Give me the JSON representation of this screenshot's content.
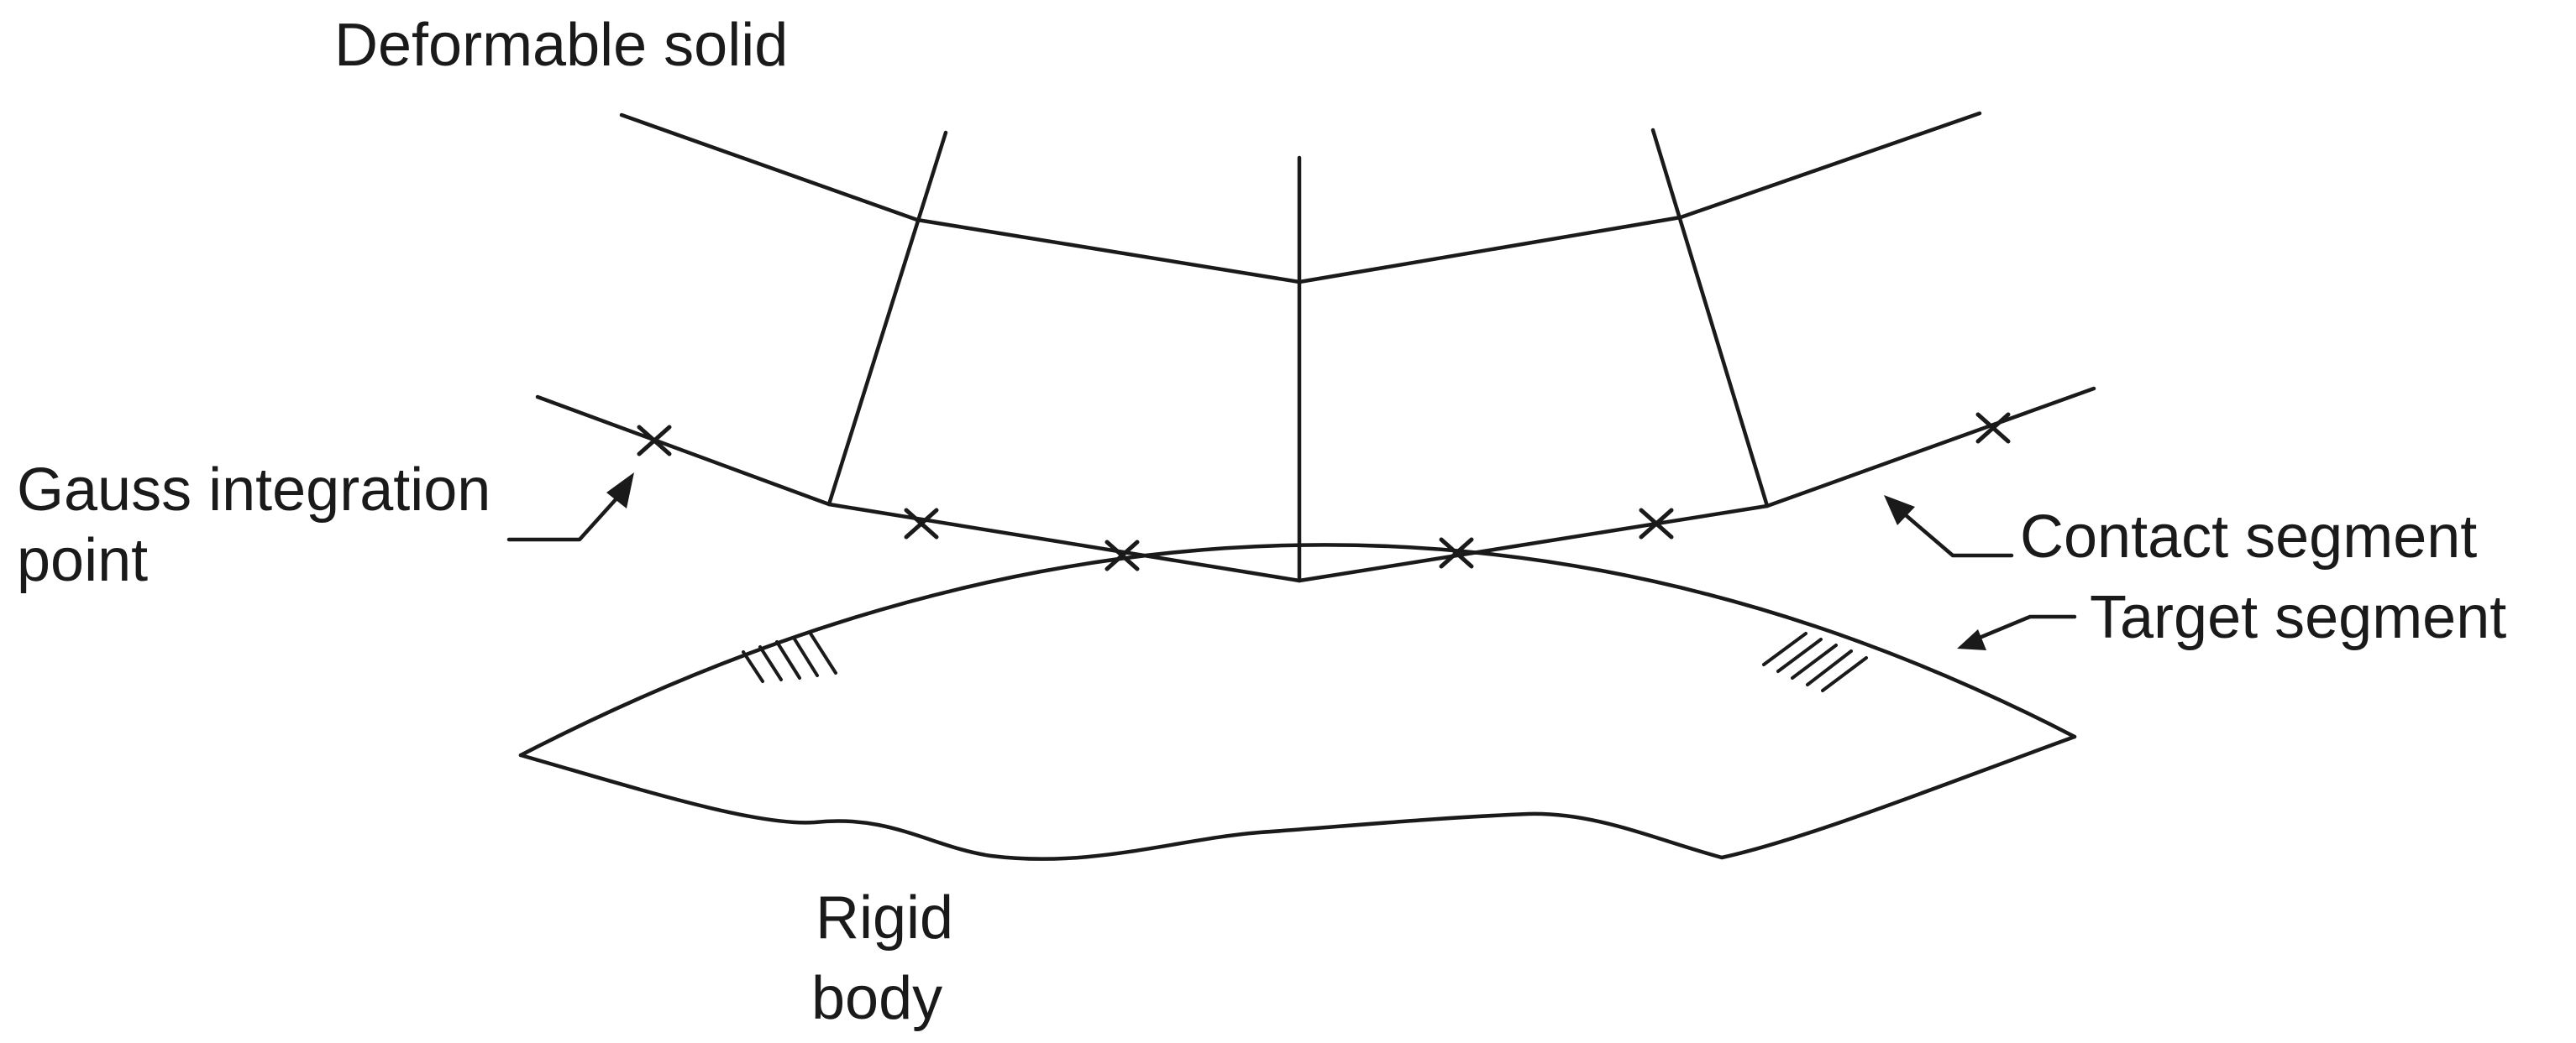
{
  "labels": {
    "deformable_solid": "Deformable solid",
    "gauss_line1": "Gauss integration",
    "gauss_line2": "point",
    "contact_segment": "Contact segment",
    "target_segment": "Target segment",
    "rigid_line1": "Rigid",
    "rigid_line2": "body"
  },
  "colors": {
    "ink": "#1a1a1a",
    "background": "#ffffff"
  }
}
